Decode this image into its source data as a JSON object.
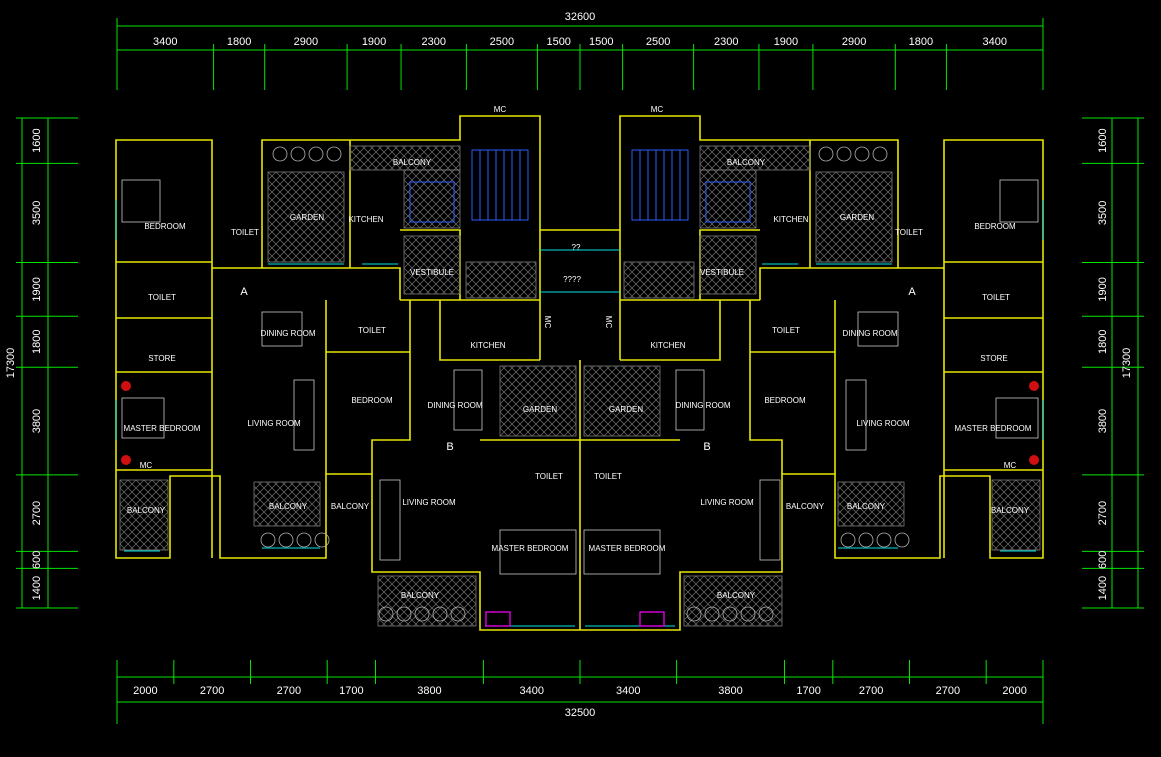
{
  "colors": {
    "background": "#000000",
    "dimension": "#00e600",
    "wall": "#e6e600",
    "inner": "#8a8a8a",
    "window": "#00e5e5",
    "stair": "#2a5cff",
    "marker": "#ff00ff",
    "text": "#ffffff"
  },
  "dims": {
    "top_total": "32600",
    "top": [
      "3400",
      "1800",
      "2900",
      "1900",
      "2300",
      "2500",
      "1500",
      "1500",
      "2500",
      "2300",
      "1900",
      "2900",
      "1800",
      "3400"
    ],
    "bottom_total": "32500",
    "bottom": [
      "2000",
      "2700",
      "2700",
      "1700",
      "3800",
      "3400",
      "3400",
      "3800",
      "1700",
      "2700",
      "2700",
      "2000"
    ],
    "side_total": "17300",
    "side": [
      "1600",
      "3500",
      "1900",
      "1800",
      "3800",
      "2700",
      "600",
      "1400"
    ]
  },
  "rooms": [
    {
      "id": "mc-tl",
      "text": "MC"
    },
    {
      "id": "mc-tr",
      "text": "MC"
    },
    {
      "id": "bal-l1",
      "text": "BALCONY"
    },
    {
      "id": "bal-r1",
      "text": "BALCONY"
    },
    {
      "id": "bed-l",
      "text": "BEDROOM"
    },
    {
      "id": "bed-r",
      "text": "BEDROOM"
    },
    {
      "id": "garden-l",
      "text": "GARDEN"
    },
    {
      "id": "garden-r",
      "text": "GARDEN"
    },
    {
      "id": "kit-l",
      "text": "KITCHEN"
    },
    {
      "id": "kit-r",
      "text": "KITCHEN"
    },
    {
      "id": "toilet-l1",
      "text": "TOILET"
    },
    {
      "id": "toilet-r1",
      "text": "TOILET"
    },
    {
      "id": "vest-l",
      "text": "VESTIBULE"
    },
    {
      "id": "vest-r",
      "text": "VESTIBULE"
    },
    {
      "id": "q-center",
      "text": "??"
    },
    {
      "id": "q-center2",
      "text": "????"
    },
    {
      "id": "a-l",
      "text": "A"
    },
    {
      "id": "a-r",
      "text": "A"
    },
    {
      "id": "toilet-l2",
      "text": "TOILET"
    },
    {
      "id": "toilet-r2",
      "text": "TOILET"
    },
    {
      "id": "store-l",
      "text": "STORE"
    },
    {
      "id": "store-r",
      "text": "STORE"
    },
    {
      "id": "din-l1",
      "text": "DINING ROOM"
    },
    {
      "id": "din-r1",
      "text": "DINING ROOM"
    },
    {
      "id": "toilet-l3",
      "text": "TOILET"
    },
    {
      "id": "toilet-r3",
      "text": "TOILET"
    },
    {
      "id": "kit-l2",
      "text": "KITCHEN"
    },
    {
      "id": "kit-r2",
      "text": "KITCHEN"
    },
    {
      "id": "mc-c1",
      "text": "MC"
    },
    {
      "id": "mc-c2",
      "text": "MC"
    },
    {
      "id": "mbed-l1",
      "text": "MASTER BEDROOM"
    },
    {
      "id": "mbed-r1",
      "text": "MASTER BEDROOM"
    },
    {
      "id": "liv-l1",
      "text": "LIVING ROOM"
    },
    {
      "id": "liv-r1",
      "text": "LIVING ROOM"
    },
    {
      "id": "bed-l2",
      "text": "BEDROOM"
    },
    {
      "id": "bed-r2",
      "text": "BEDROOM"
    },
    {
      "id": "din-l2",
      "text": "DINING ROOM"
    },
    {
      "id": "din-r2",
      "text": "DINING ROOM"
    },
    {
      "id": "garden-l2",
      "text": "GARDEN"
    },
    {
      "id": "garden-r2",
      "text": "GARDEN"
    },
    {
      "id": "b-l",
      "text": "B"
    },
    {
      "id": "b-r",
      "text": "B"
    },
    {
      "id": "toilet-l4",
      "text": "TOILET"
    },
    {
      "id": "toilet-r4",
      "text": "TOILET"
    },
    {
      "id": "mc-bl",
      "text": "MC"
    },
    {
      "id": "mc-br",
      "text": "MC"
    },
    {
      "id": "liv-l2",
      "text": "LIVING ROOM"
    },
    {
      "id": "liv-r2",
      "text": "LIVING ROOM"
    },
    {
      "id": "bal-l2",
      "text": "BALCONY"
    },
    {
      "id": "bal-l3",
      "text": "BALCONY"
    },
    {
      "id": "bal-l4",
      "text": "BALCONY"
    },
    {
      "id": "bal-r2",
      "text": "BALCONY"
    },
    {
      "id": "bal-r3",
      "text": "BALCONY"
    },
    {
      "id": "bal-r4",
      "text": "BALCONY"
    },
    {
      "id": "mbed-l2",
      "text": "MASTER BEDROOM"
    },
    {
      "id": "mbed-r2",
      "text": "MASTER BEDROOM"
    },
    {
      "id": "bal-l5",
      "text": "BALCONY"
    },
    {
      "id": "bal-r5",
      "text": "BALCONY"
    }
  ]
}
